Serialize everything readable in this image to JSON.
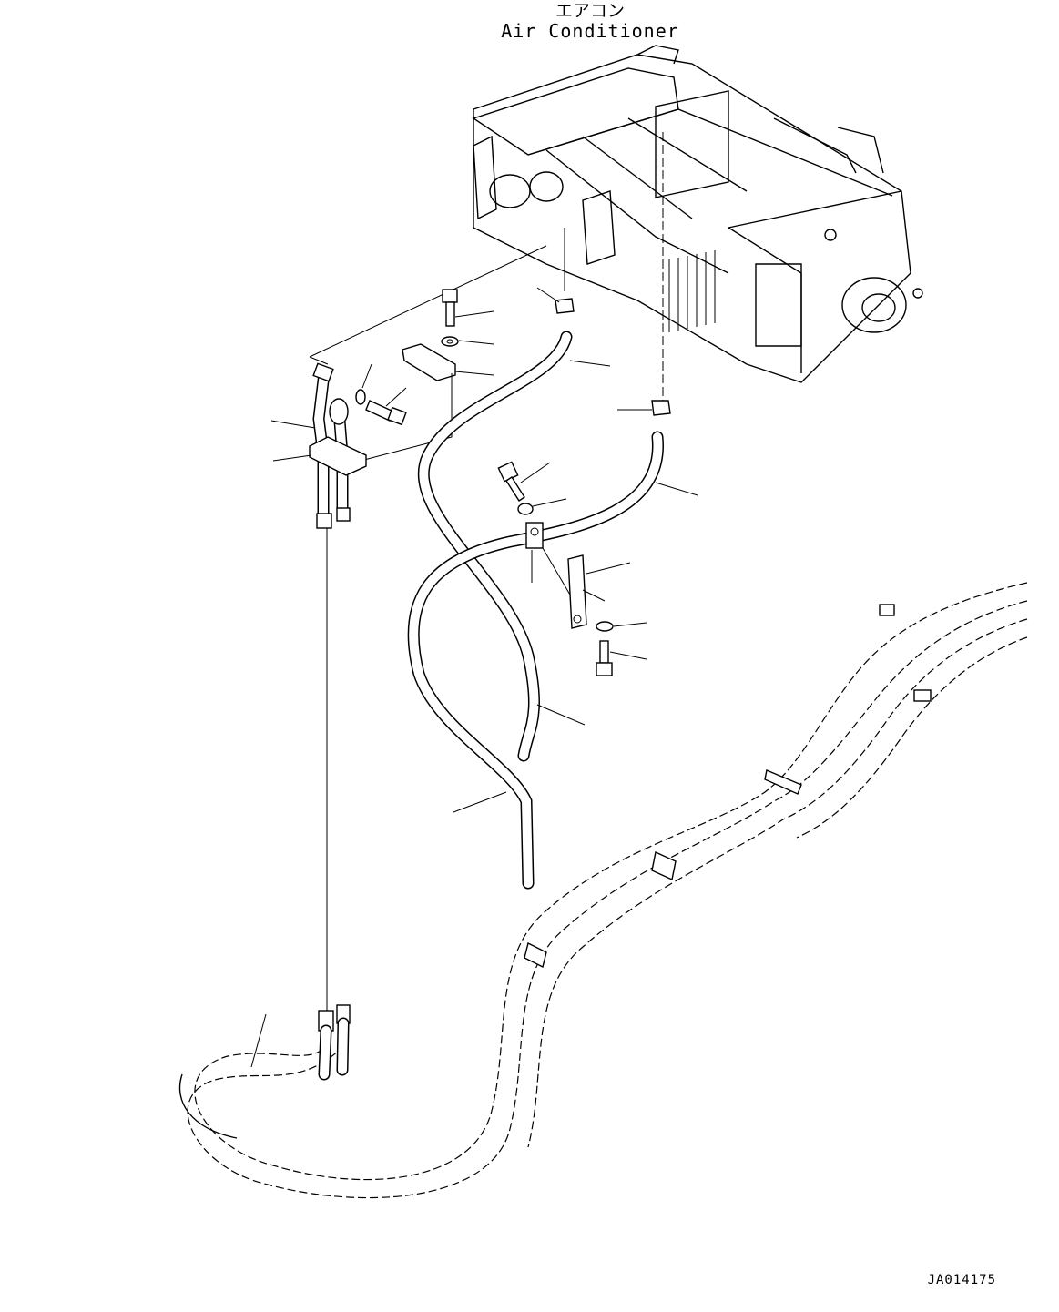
{
  "title": {
    "japanese": "エアコン",
    "english": "Air Conditioner"
  },
  "drawing_id": "JA014175",
  "colors": {
    "line": "#000000",
    "background": "#ffffff"
  }
}
